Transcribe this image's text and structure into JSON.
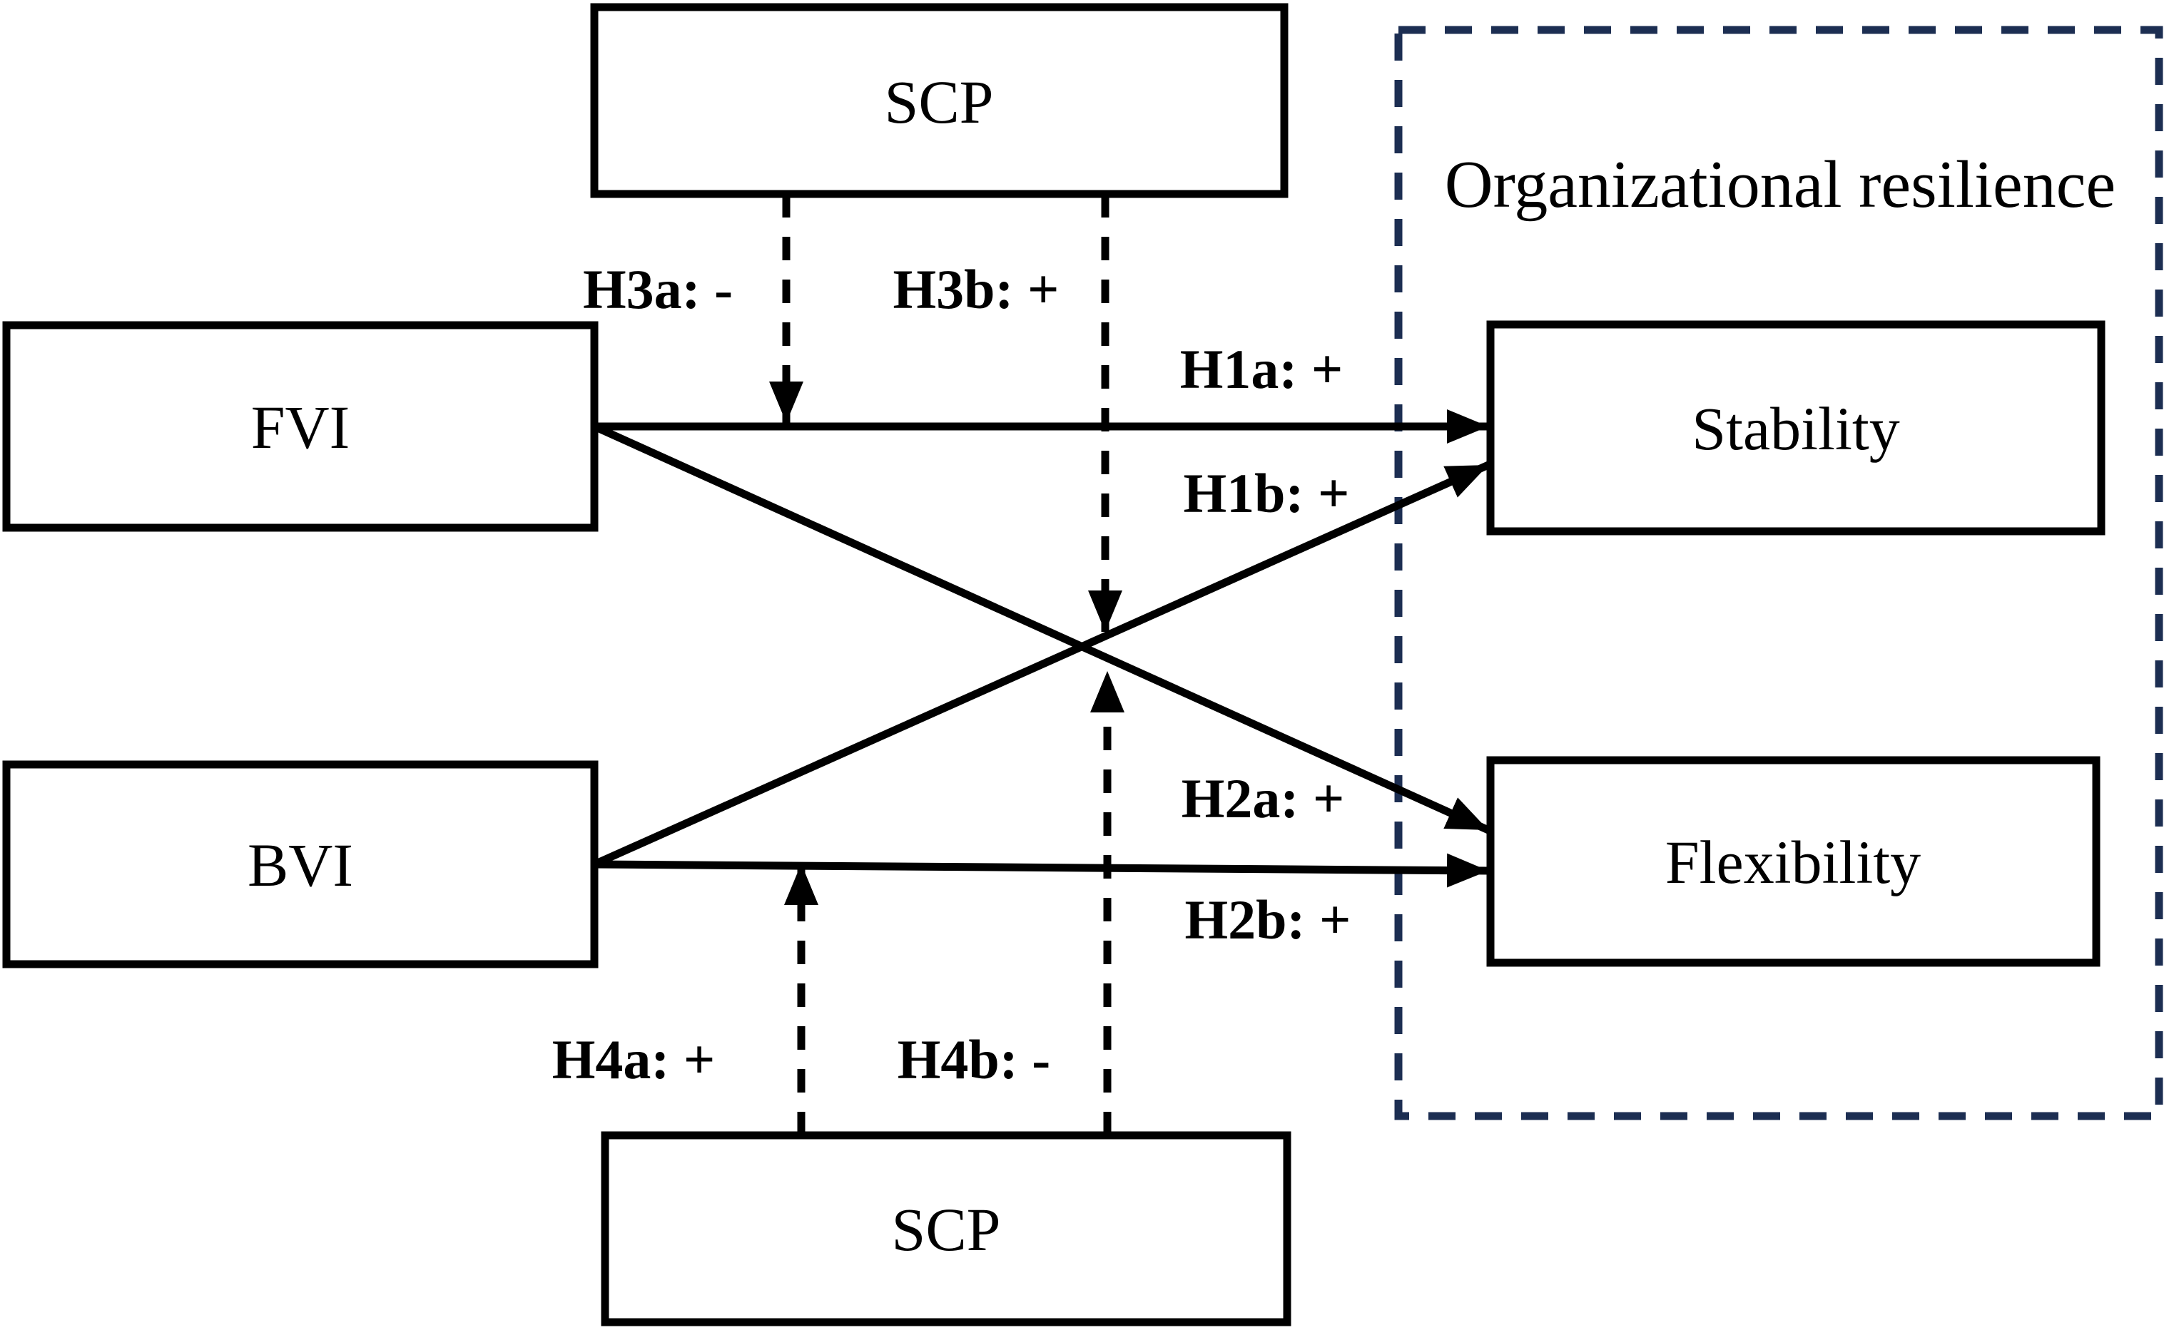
{
  "diagram": {
    "frame": {
      "title": "Organizational resilience"
    },
    "nodes": {
      "scp_top": {
        "label": "SCP"
      },
      "fvi": {
        "label": "FVI"
      },
      "bvi": {
        "label": "BVI"
      },
      "scp_bottom": {
        "label": "SCP"
      },
      "stability": {
        "label": "Stability"
      },
      "flexibility": {
        "label": "Flexibility"
      }
    },
    "edges": {
      "h1a": {
        "label": "H1a: +"
      },
      "h1b": {
        "label": "H1b: +"
      },
      "h2a": {
        "label": "H2a: +"
      },
      "h2b": {
        "label": "H2b: +"
      },
      "h3a": {
        "label": "H3a: -"
      },
      "h3b": {
        "label": "H3b: +"
      },
      "h4a": {
        "label": "H4a: +"
      },
      "h4b": {
        "label": "H4b: -"
      }
    },
    "colors": {
      "line": "#000000",
      "frame_accent": "#1C2E52",
      "background": "#FFFFFF"
    }
  }
}
